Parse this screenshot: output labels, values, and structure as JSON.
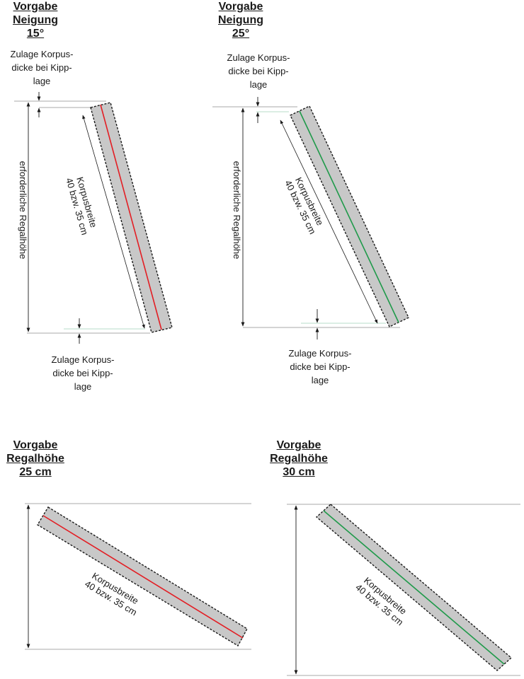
{
  "colors": {
    "board_fill": "#c8c8c8",
    "outline": "#1a1a1a",
    "red_line": "#e31e24",
    "green_line": "#1f9a4a",
    "guide": "#8c8c8c",
    "thin_guide": "#9fd0b8"
  },
  "diagrams": [
    {
      "title_lines": [
        "Vorgabe",
        "Neigung",
        "15°"
      ],
      "top_note_lines": [
        "Zulage Korpus-",
        "dicke bei Kipp-",
        "lage"
      ],
      "bottom_note_lines": [
        "Zulage Korpus-",
        "dicke bei Kipp-",
        "lage"
      ],
      "height_label": "erforderliche Regalhöhe",
      "width_label_lines": [
        "Korpusbreite",
        "40 bzw. 35 cm"
      ],
      "line_color": "red"
    },
    {
      "title_lines": [
        "Vorgabe",
        "Neigung",
        "25°"
      ],
      "top_note_lines": [
        "Zulage Korpus-",
        "dicke bei Kipp-",
        "lage"
      ],
      "bottom_note_lines": [
        "Zulage Korpus-",
        "dicke bei Kipp-",
        "lage"
      ],
      "height_label": "erforderliche Regalhöhe",
      "width_label_lines": [
        "Korpusbreite",
        "40 bzw. 35 cm"
      ],
      "line_color": "green"
    },
    {
      "title_lines": [
        "Vorgabe",
        "Regalhöhe",
        "25 cm"
      ],
      "width_label_lines": [
        "Korpusbreite",
        "40 bzw. 35 cm"
      ],
      "line_color": "red"
    },
    {
      "title_lines": [
        "Vorgabe",
        "Regalhöhe",
        "30 cm"
      ],
      "width_label_lines": [
        "Korpusbreite",
        "40 bzw. 35 cm"
      ],
      "line_color": "green"
    }
  ]
}
